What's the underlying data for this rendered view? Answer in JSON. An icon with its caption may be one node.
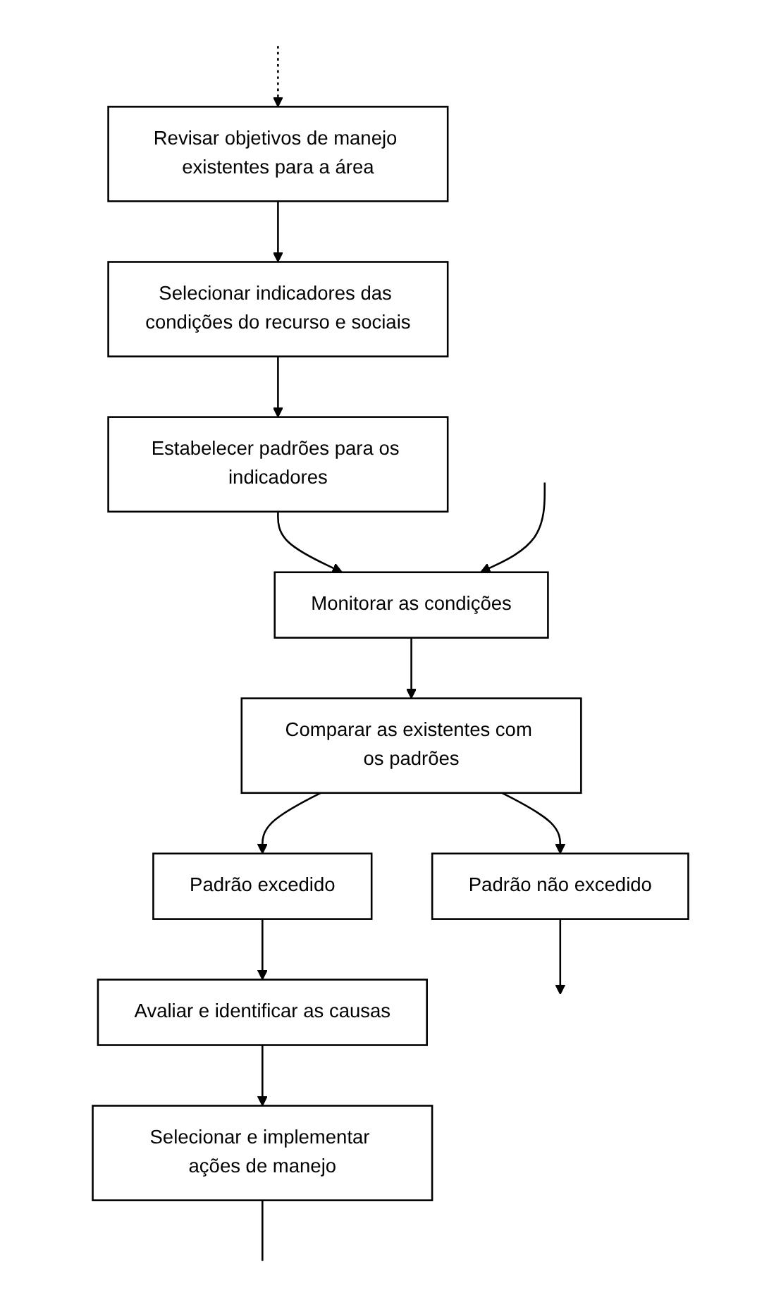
{
  "diagram": {
    "nodes": [
      {
        "text": [
          "Revisar objetivos de manejo existentes para a área"
        ]
      },
      {
        "text": [
          "Selecionar indicadores das condições do recurso e sociais"
        ]
      },
      {
        "text": [
          "Estabelecer padrões para os indicadores"
        ]
      },
      {
        "text": [
          "Monitorar as condições"
        ]
      },
      {
        "text": [
          "Comparar as existentes com os padrões"
        ]
      },
      {
        "text": [
          "Padrão excedido"
        ]
      },
      {
        "text": [
          "Padrão não excedido"
        ]
      },
      {
        "text": [
          "Avaliar e identificar as causas"
        ]
      },
      {
        "text": [
          "Selecionar e implementar ações de manejo"
        ]
      }
    ],
    "edges": [
      {
        "from": 0,
        "to": 1,
        "arrow": "to"
      },
      {
        "from": 1,
        "to": 2,
        "arrow": "to"
      },
      {
        "from": 2,
        "to": 3,
        "arrow": "to"
      },
      {
        "from": 3,
        "to": 4,
        "arrow": "to"
      },
      {
        "from": 4,
        "to": 5,
        "arrow": "to"
      },
      {
        "from": 4,
        "to": 6,
        "arrow": "to"
      },
      {
        "from": 5,
        "to": 7,
        "arrow": "to"
      },
      {
        "from": 7,
        "to": 8,
        "arrow": "to"
      },
      {
        "from": 6,
        "to": null,
        "arrow": "to"
      },
      {
        "from": null,
        "to": 3,
        "arrow": "to"
      },
      {
        "from": null,
        "to": 0,
        "arrow": "to",
        "style": "dashed"
      },
      {
        "from": 8,
        "to": null,
        "arrow": "none"
      }
    ]
  }
}
